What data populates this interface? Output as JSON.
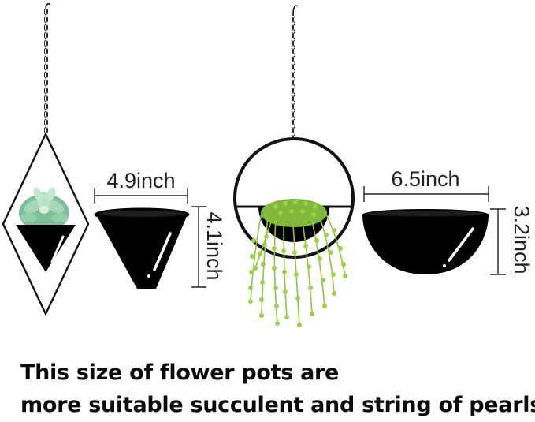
{
  "dimensions": {
    "cone_width": "4.9inch",
    "cone_height": "4.1inch",
    "bowl_width": "6.5inch",
    "bowl_height": "3.2inch"
  },
  "caption": {
    "line1": "This size of flower pots are",
    "line2": "more suitable succulent and string of pearls."
  },
  "colors": {
    "pot": "#000000",
    "highlight": "#ffffff",
    "succulent": "#8fc9a4",
    "pearls": "#8cc63f",
    "text": "#0a0a0a"
  }
}
